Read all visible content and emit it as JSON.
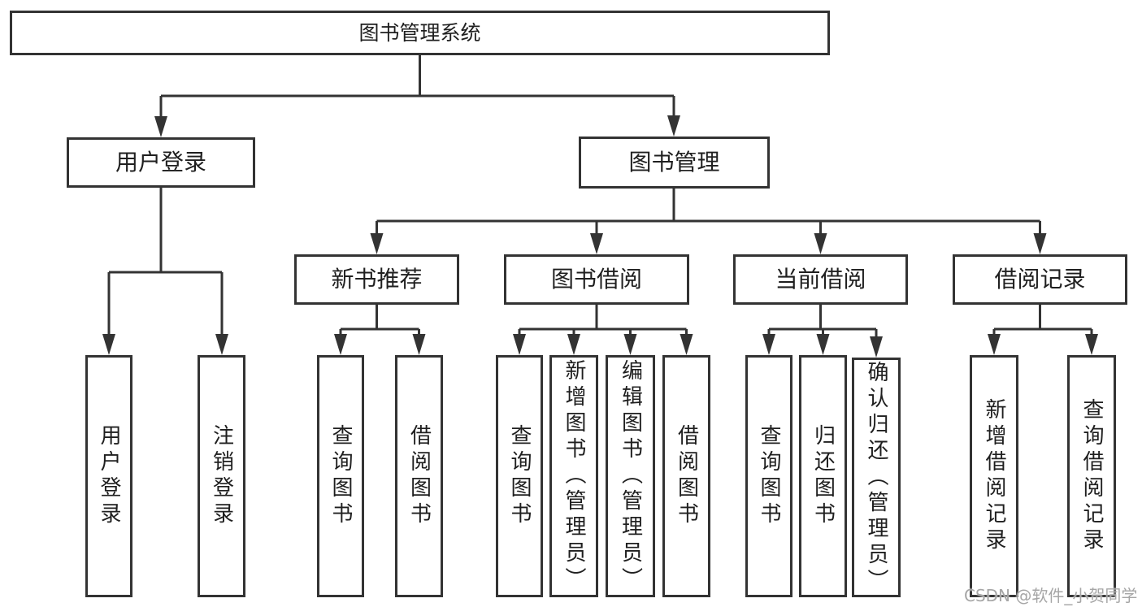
{
  "diagram": {
    "root": "图书管理系统",
    "level2": {
      "user_login": "用户登录",
      "book_management": "图书管理"
    },
    "level3": {
      "new_book_recommend": "新书推荐",
      "book_borrow": "图书借阅",
      "current_borrow": "当前借阅",
      "borrow_records": "借阅记录"
    },
    "leaves": {
      "user_login": "用户登录",
      "logout": "注销登录",
      "nbr_query_books": "查询图书",
      "nbr_borrow_books": "借阅图书",
      "bb_query_books": "查询图书",
      "bb_add_books_admin": "新增图书（管理员）",
      "bb_edit_books_admin": "编辑图书（管理员）",
      "bb_borrow_books": "借阅图书",
      "cb_query_books": "查询图书",
      "cb_return_books": "归还图书",
      "cb_confirm_return_admin": "确认归还（管理员）",
      "br_add_record": "新增借阅记录",
      "br_query_record": "查询借阅记录"
    }
  },
  "watermark": {
    "text": "CSDN @软件_小贺同学"
  },
  "colors": {
    "line": "#333333",
    "text": "#1f1f1f",
    "watermark": "#a6a6a6",
    "background": "#ffffff"
  }
}
